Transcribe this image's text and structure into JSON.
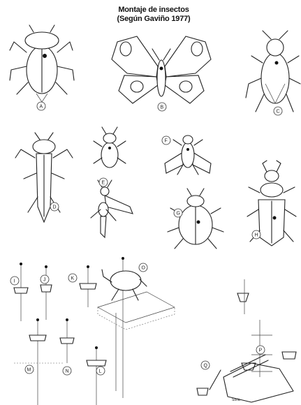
{
  "title": {
    "line1": "Montaje de insectos",
    "line2": "(Según Gaviño 1977)"
  },
  "labels": [
    "A",
    "B",
    "C",
    "D",
    "E",
    "F",
    "G",
    "H",
    "I",
    "J",
    "K",
    "L",
    "M",
    "N",
    "O",
    "P",
    "Q"
  ],
  "signature": "Soria"
}
